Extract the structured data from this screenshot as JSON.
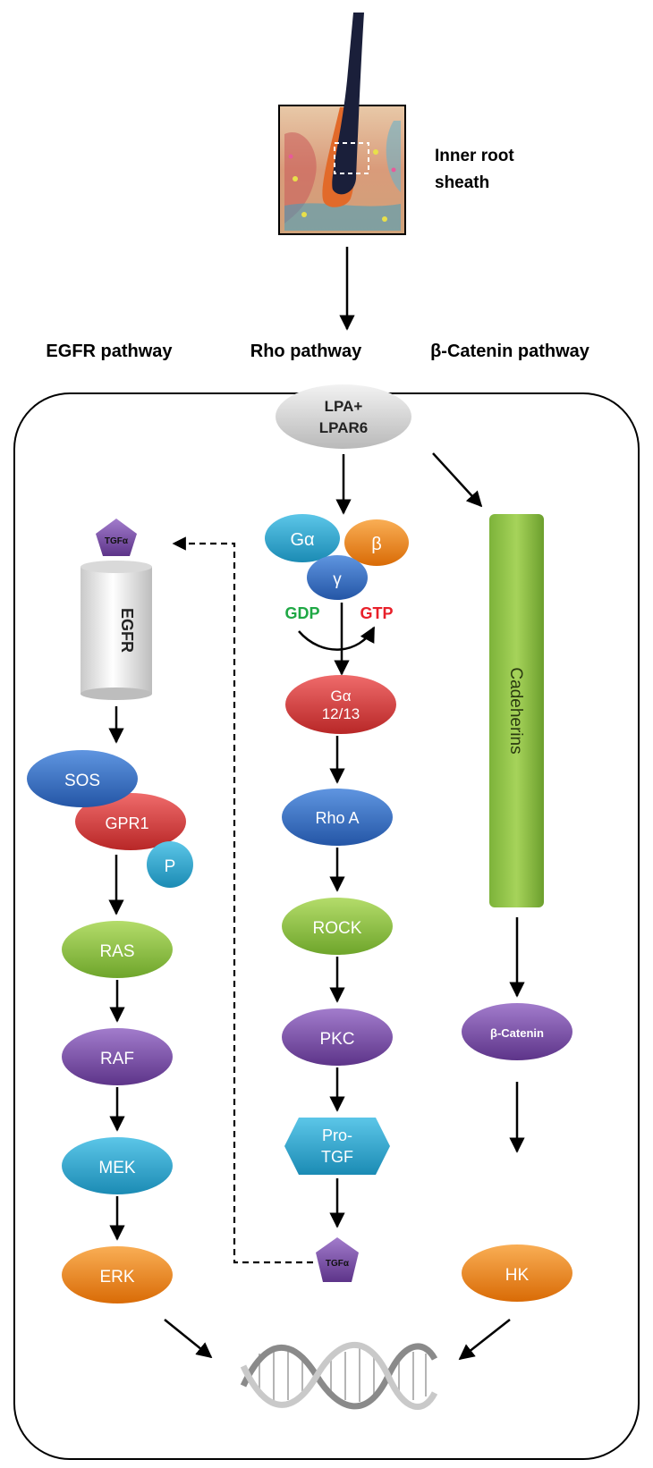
{
  "header": {
    "inset_label_line1": "Inner  root",
    "inset_label_line2": "sheath"
  },
  "pathway_titles": {
    "egfr": "EGFR pathway",
    "rho": "Rho pathway",
    "catenin": "β-Catenin pathway"
  },
  "receptor": {
    "line1": "LPA+",
    "line2": "LPAR6"
  },
  "egfr_column": {
    "ligand": "TGFα",
    "receptor": "EGFR",
    "sos": "SOS",
    "gpr1": "GPR1",
    "phospho": "P",
    "ras": "RAS",
    "raf": "RAF",
    "mek": "MEK",
    "erk": "ERK"
  },
  "rho_column": {
    "g_alpha": "Gα",
    "g_beta": "β",
    "g_gamma": "γ",
    "gdp": "GDP",
    "gtp": "GTP",
    "g1213_line1": "Gα",
    "g1213_line2": "12/13",
    "rhoa": "Rho A",
    "rock": "ROCK",
    "pkc": "PKC",
    "protgf_line1": "Pro-",
    "protgf_line2": "TGF",
    "tgfa": "TGFα"
  },
  "catenin_column": {
    "cadherins": "Cadeherins",
    "bcatenin": "β-Catenin",
    "hk": "HK"
  },
  "colors": {
    "blue": "#3a73c9",
    "cyan": "#2aa6cf",
    "red": "#d83a3a",
    "green": "#8dc63f",
    "purple": "#7d4aa8",
    "orange": "#f08a1c",
    "gdp": "#1fa845",
    "gtp": "#e8202a"
  }
}
